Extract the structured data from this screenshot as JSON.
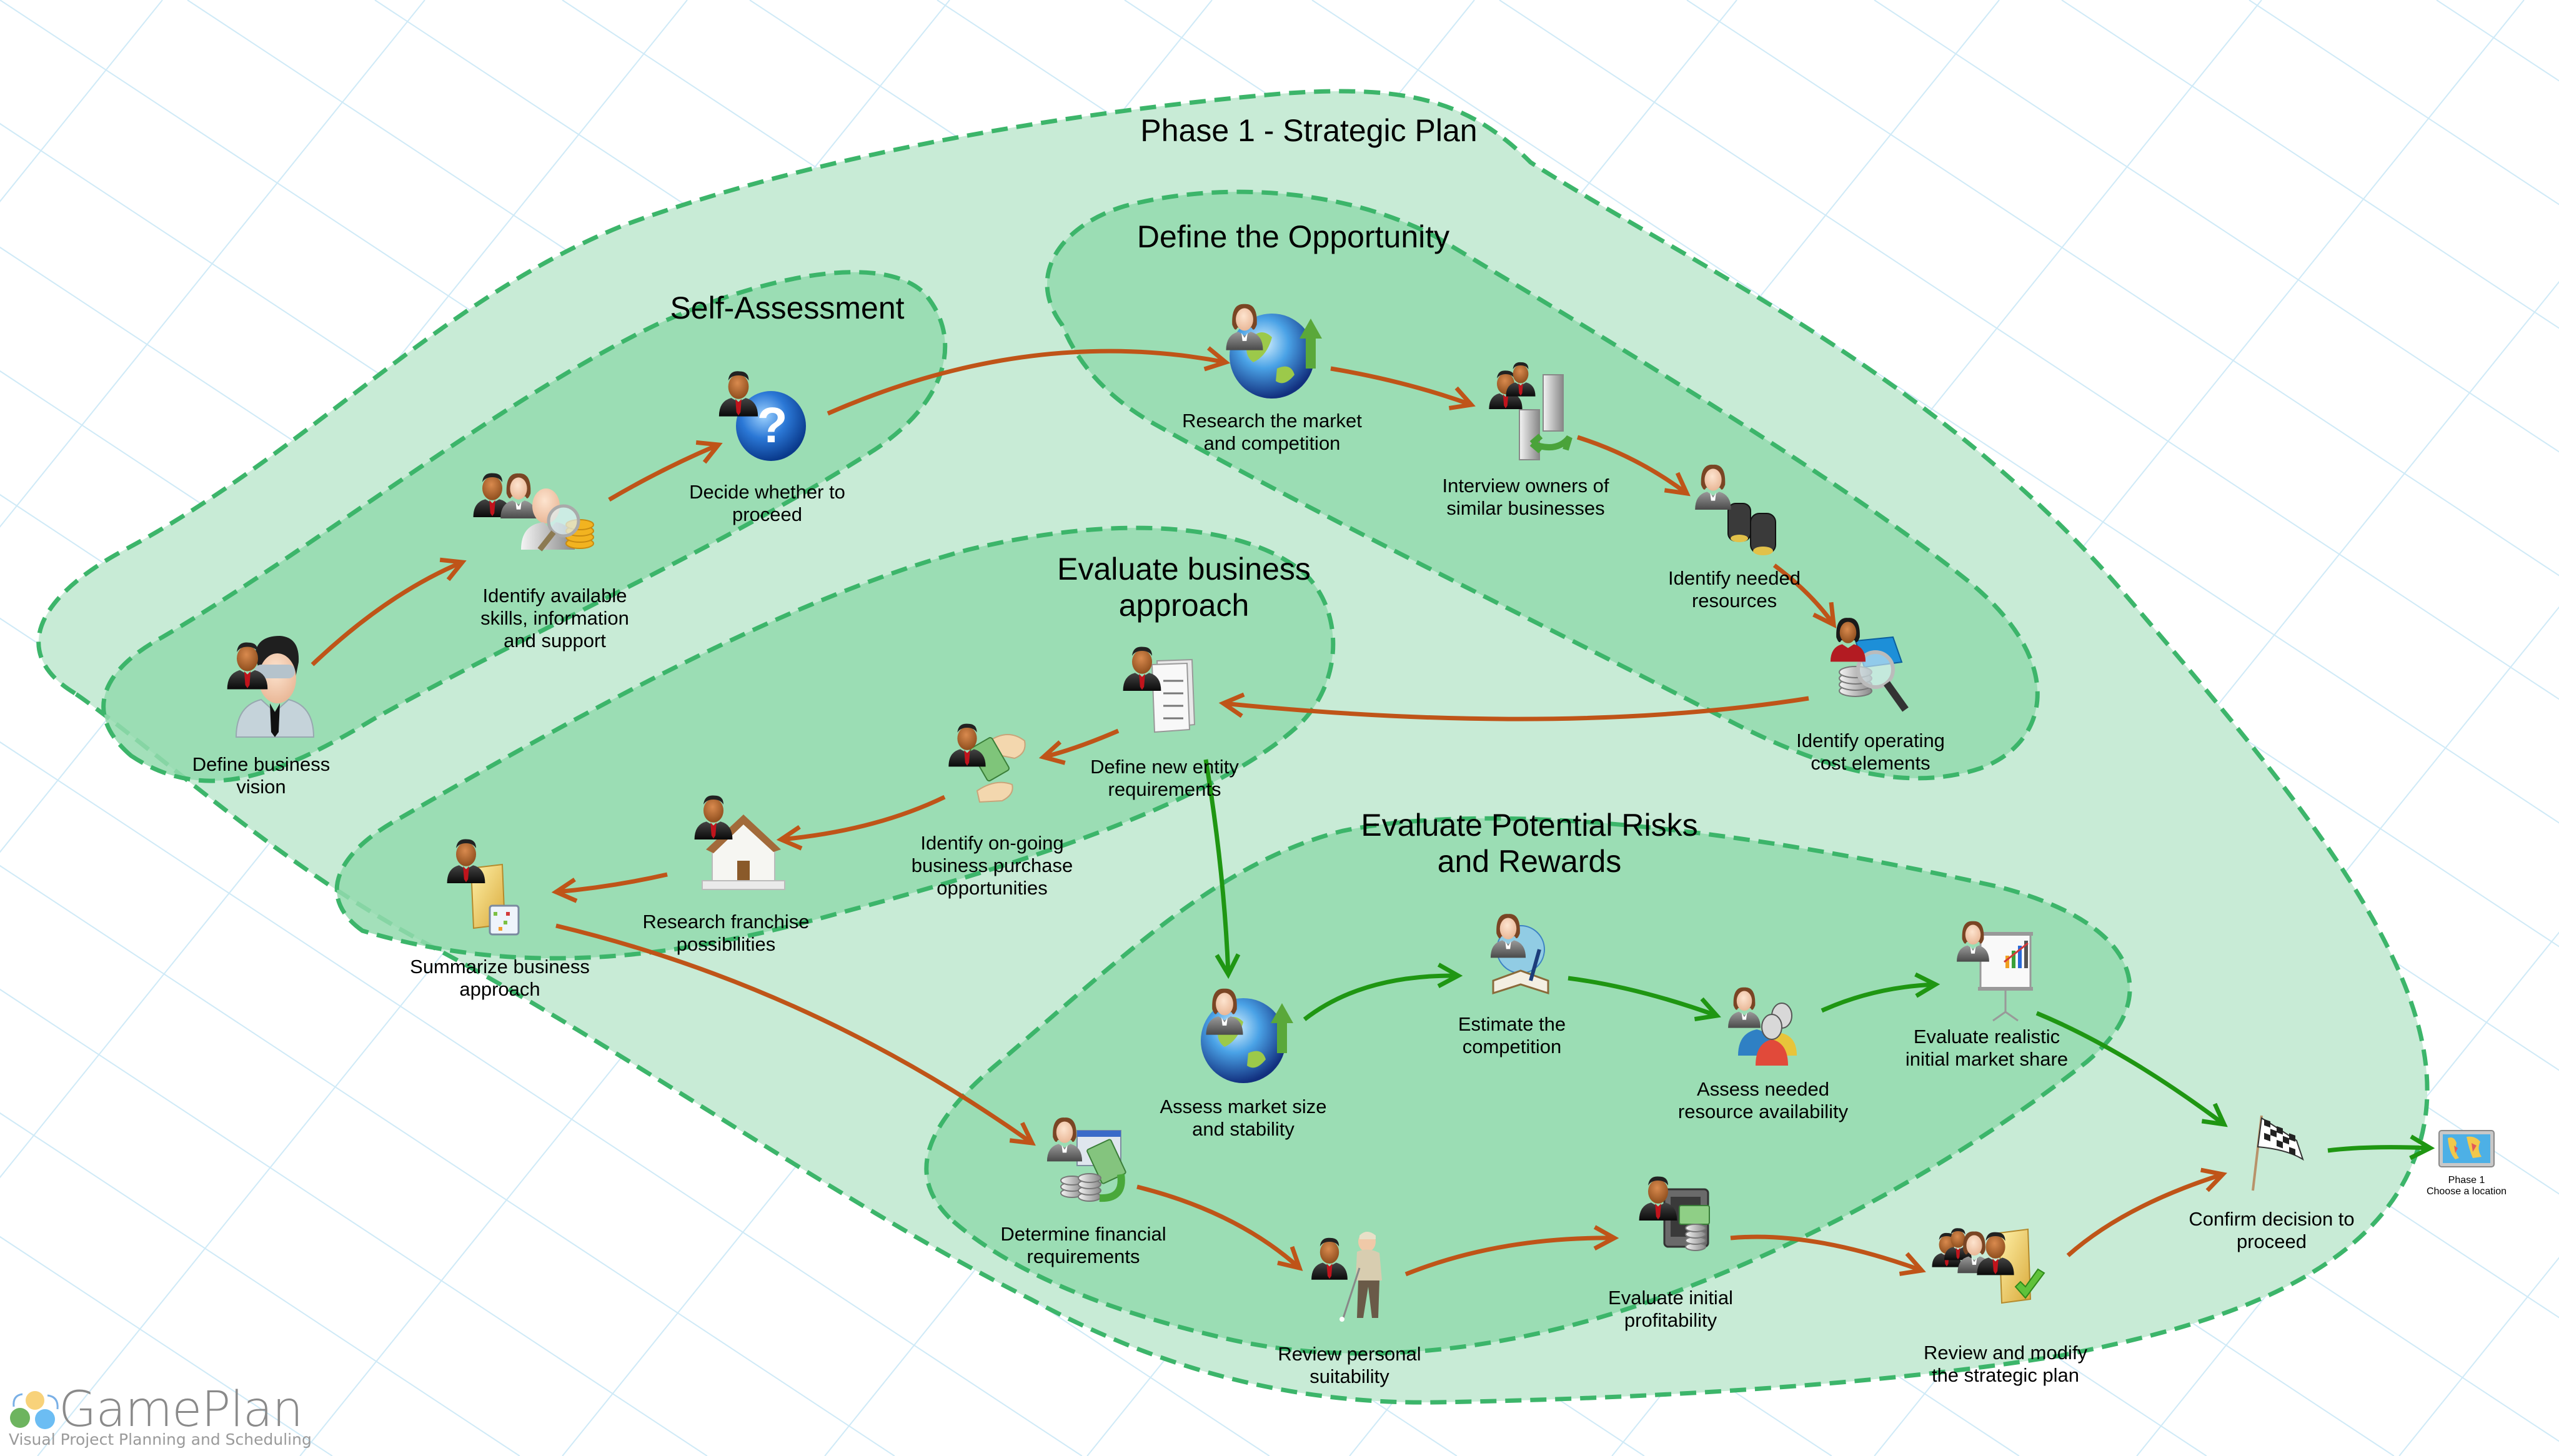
{
  "app": {
    "brand_name": "GamePlan",
    "brand_tagline": "Visual Project Planning and Scheduling",
    "brand_colors": [
      "#7ab0e6",
      "#f8d27a",
      "#6db45f",
      "#6cbdf3"
    ]
  },
  "colors": {
    "phase_fill": "#c8ebd6",
    "group_fill": "#93dbae",
    "region_border": "#3cb56a",
    "dependency_arrow_brown": "#bf5418",
    "dependency_arrow_green": "#1f9612",
    "grid": "#cfeaf7"
  },
  "phase": {
    "title": "Phase 1 - Strategic Plan"
  },
  "groups": [
    {
      "id": "self-assessment",
      "title_lines": [
        "Self-Assessment"
      ]
    },
    {
      "id": "define-opportunity",
      "title_lines": [
        "Define the Opportunity"
      ]
    },
    {
      "id": "evaluate-approach",
      "title_lines": [
        "Evaluate business",
        "approach"
      ]
    },
    {
      "id": "evaluate-risks",
      "title_lines": [
        "Evaluate Potential Risks",
        "and Rewards"
      ]
    }
  ],
  "tasks": [
    {
      "id": "t1",
      "icon": "person-vision-icon",
      "label_lines": [
        "Define business",
        "vision"
      ]
    },
    {
      "id": "t2",
      "icon": "people-coins-magnifier-icon",
      "label_lines": [
        "Identify available",
        "skills, information",
        "and support"
      ]
    },
    {
      "id": "t3",
      "icon": "person-question-icon",
      "label_lines": [
        "Decide whether to",
        "proceed"
      ]
    },
    {
      "id": "t4",
      "icon": "person-globe-icon",
      "label_lines": [
        "Research the market",
        "and competition"
      ]
    },
    {
      "id": "t5",
      "icon": "people-buildings-icon",
      "label_lines": [
        "Interview owners of",
        "similar businesses"
      ]
    },
    {
      "id": "t6",
      "icon": "person-binoculars-icon",
      "label_lines": [
        "Identify needed",
        "resources"
      ]
    },
    {
      "id": "t7",
      "icon": "person-coins-book-icon",
      "label_lines": [
        "Identify operating",
        "cost elements"
      ]
    },
    {
      "id": "t8",
      "icon": "person-documents-icon",
      "label_lines": [
        "Define new entity",
        "requirements"
      ]
    },
    {
      "id": "t9",
      "icon": "person-money-hands-icon",
      "label_lines": [
        "Identify on-going",
        "business purchase",
        "opportunities"
      ]
    },
    {
      "id": "t10",
      "icon": "person-house-icon",
      "label_lines": [
        "Research franchise",
        "possibilities"
      ]
    },
    {
      "id": "t11",
      "icon": "person-folder-calendar-icon",
      "label_lines": [
        "Summarize business",
        "approach"
      ]
    },
    {
      "id": "t12",
      "icon": "person-globe-icon",
      "label_lines": [
        "Assess market size",
        "and stability"
      ]
    },
    {
      "id": "t13",
      "icon": "person-book-globe-icon",
      "label_lines": [
        "Estimate the",
        "competition"
      ]
    },
    {
      "id": "t14",
      "icon": "people-group-icon",
      "label_lines": [
        "Assess needed",
        "resource availability"
      ]
    },
    {
      "id": "t15",
      "icon": "person-presentation-icon",
      "label_lines": [
        "Evaluate realistic",
        "initial market share"
      ]
    },
    {
      "id": "t16",
      "icon": "person-money-coins-icon",
      "label_lines": [
        "Determine financial",
        "requirements"
      ]
    },
    {
      "id": "t17",
      "icon": "person-golfer-icon",
      "label_lines": [
        "Review personal",
        "suitability"
      ]
    },
    {
      "id": "t18",
      "icon": "person-safe-money-icon",
      "label_lines": [
        "Evaluate initial",
        "profitability"
      ]
    },
    {
      "id": "t19",
      "icon": "people-folder-check-icon",
      "label_lines": [
        "Review and modify",
        "the strategic plan"
      ]
    },
    {
      "id": "t20",
      "icon": "checkered-flag-icon",
      "label_lines": [
        "Confirm decision to",
        "proceed"
      ]
    }
  ],
  "next_phase": {
    "icon": "world-map-board-icon",
    "label_lines": [
      "Phase 1",
      "Choose a location"
    ]
  },
  "dependencies": [
    {
      "from": "t1",
      "to": "t2",
      "color": "brown"
    },
    {
      "from": "t2",
      "to": "t3",
      "color": "brown"
    },
    {
      "from": "t3",
      "to": "t4",
      "color": "brown"
    },
    {
      "from": "t4",
      "to": "t5",
      "color": "brown"
    },
    {
      "from": "t5",
      "to": "t6",
      "color": "brown"
    },
    {
      "from": "t6",
      "to": "t7",
      "color": "brown"
    },
    {
      "from": "t7",
      "to": "t8",
      "color": "brown"
    },
    {
      "from": "t8",
      "to": "t9",
      "color": "brown"
    },
    {
      "from": "t9",
      "to": "t10",
      "color": "brown"
    },
    {
      "from": "t10",
      "to": "t11",
      "color": "brown"
    },
    {
      "from": "t11",
      "to": "t16",
      "color": "brown"
    },
    {
      "from": "t16",
      "to": "t17",
      "color": "brown"
    },
    {
      "from": "t17",
      "to": "t18",
      "color": "brown"
    },
    {
      "from": "t18",
      "to": "t19",
      "color": "brown"
    },
    {
      "from": "t19",
      "to": "t20",
      "color": "brown"
    },
    {
      "from": "t8",
      "to": "t12",
      "color": "green"
    },
    {
      "from": "t12",
      "to": "t13",
      "color": "green"
    },
    {
      "from": "t13",
      "to": "t14",
      "color": "green"
    },
    {
      "from": "t14",
      "to": "t15",
      "color": "green"
    },
    {
      "from": "t15",
      "to": "t20",
      "color": "green"
    },
    {
      "from": "t20",
      "to": "next_phase",
      "color": "green"
    }
  ]
}
